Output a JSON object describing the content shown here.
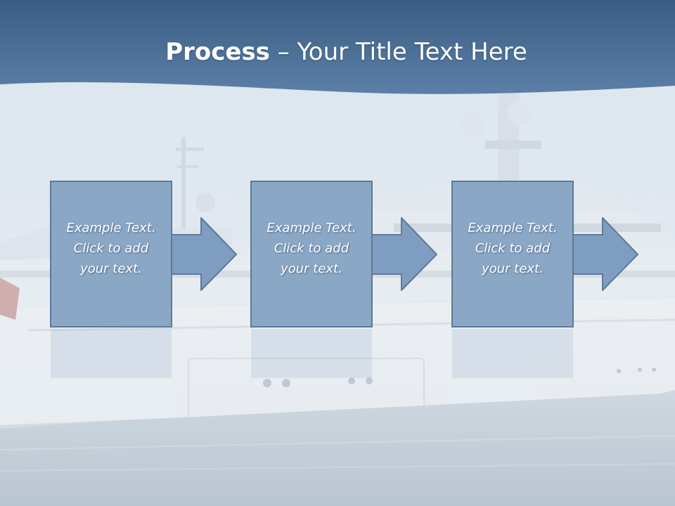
{
  "title": {
    "bold": "Process",
    "rest": " – Your Title Text Here"
  },
  "steps": [
    {
      "lines": [
        "Example Text.",
        "Click  to add",
        "your text."
      ]
    },
    {
      "lines": [
        "Example Text.",
        "Click  to add",
        "your text."
      ]
    },
    {
      "lines": [
        "Example Text.",
        "Click  to add",
        "your text."
      ]
    }
  ],
  "colors": {
    "banner": "#4c6f96",
    "step_fill": "#8ba7c6",
    "step_stroke": "#5d7a9a",
    "arrow_fill": "#7f9dc0"
  }
}
